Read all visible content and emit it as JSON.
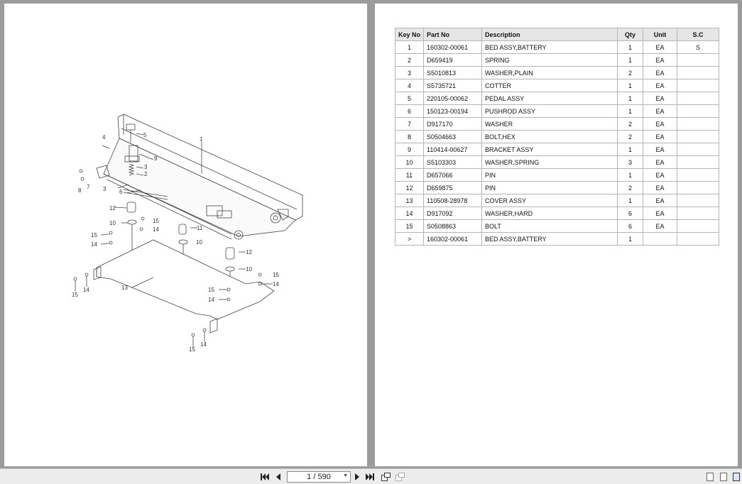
{
  "table": {
    "headers": [
      "Key No",
      "Part No",
      "Description",
      "Qty",
      "Unit",
      "S.C"
    ],
    "rows": [
      [
        "1",
        "160302-00061",
        "BED ASSY,BATTERY",
        "1",
        "EA",
        "S"
      ],
      [
        "2",
        "D659419",
        "SPRING",
        "1",
        "EA",
        ""
      ],
      [
        "3",
        "S5010813",
        "WASHER,PLAIN",
        "2",
        "EA",
        ""
      ],
      [
        "4",
        "S5735721",
        "COTTER",
        "1",
        "EA",
        ""
      ],
      [
        "5",
        "220105-00062",
        "PEDAL ASSY",
        "1",
        "EA",
        ""
      ],
      [
        "6",
        "150123-00194",
        "PUSHROD ASSY",
        "1",
        "EA",
        ""
      ],
      [
        "7",
        "D917170",
        "WASHER",
        "2",
        "EA",
        ""
      ],
      [
        "8",
        "S0504663",
        "BOLT,HEX",
        "2",
        "EA",
        ""
      ],
      [
        "9",
        "110414-00627",
        "BRACKET ASSY",
        "1",
        "EA",
        ""
      ],
      [
        "10",
        "S5103303",
        "WASHER,SPRING",
        "3",
        "EA",
        ""
      ],
      [
        "11",
        "D657066",
        "PIN",
        "1",
        "EA",
        ""
      ],
      [
        "12",
        "D659875",
        "PIN",
        "2",
        "EA",
        ""
      ],
      [
        "13",
        "110508-28978",
        "COVER ASSY",
        "1",
        "EA",
        ""
      ],
      [
        "14",
        "D917092",
        "WASHER,HARD",
        "6",
        "EA",
        ""
      ],
      [
        "15",
        "S0508863",
        "BOLT",
        "6",
        "EA",
        ""
      ],
      [
        ">",
        "160302-00061",
        "BED ASSY,BATTERY",
        "1",
        "",
        ""
      ]
    ]
  },
  "diagram": {
    "callouts": [
      {
        "id": "c1",
        "label": "1"
      },
      {
        "id": "c4",
        "label": "4"
      },
      {
        "id": "c5",
        "label": "5"
      },
      {
        "id": "c9",
        "label": "9"
      },
      {
        "id": "c3a",
        "label": "3"
      },
      {
        "id": "c2",
        "label": "2"
      },
      {
        "id": "c7",
        "label": "7"
      },
      {
        "id": "c8",
        "label": "8"
      },
      {
        "id": "c3b",
        "label": "3"
      },
      {
        "id": "c6",
        "label": "6"
      },
      {
        "id": "c12a",
        "label": "12"
      },
      {
        "id": "c10a",
        "label": "10"
      },
      {
        "id": "c15a",
        "label": "15"
      },
      {
        "id": "c14a",
        "label": "14"
      },
      {
        "id": "c11",
        "label": "11"
      },
      {
        "id": "c15b",
        "label": "15"
      },
      {
        "id": "c14b",
        "label": "14"
      },
      {
        "id": "c10b",
        "label": "10"
      },
      {
        "id": "c12b",
        "label": "12"
      },
      {
        "id": "c10c",
        "label": "10"
      },
      {
        "id": "c15c",
        "label": "15"
      },
      {
        "id": "c14c",
        "label": "14"
      },
      {
        "id": "c13",
        "label": "13"
      },
      {
        "id": "c15d",
        "label": "15"
      },
      {
        "id": "c14d",
        "label": "14"
      },
      {
        "id": "c14e",
        "label": "14"
      },
      {
        "id": "c15e",
        "label": "15"
      },
      {
        "id": "c15f",
        "label": "15"
      },
      {
        "id": "c14f",
        "label": "14"
      }
    ]
  },
  "toolbar": {
    "page_indicator": "1 / 590",
    "icons": [
      "first-page-icon",
      "prev-page-icon",
      "next-page-icon",
      "last-page-icon",
      "rotate-icon",
      "rotate-disabled-icon",
      "single-page-view-icon",
      "facing-view-icon",
      "continuous-view-icon"
    ]
  }
}
